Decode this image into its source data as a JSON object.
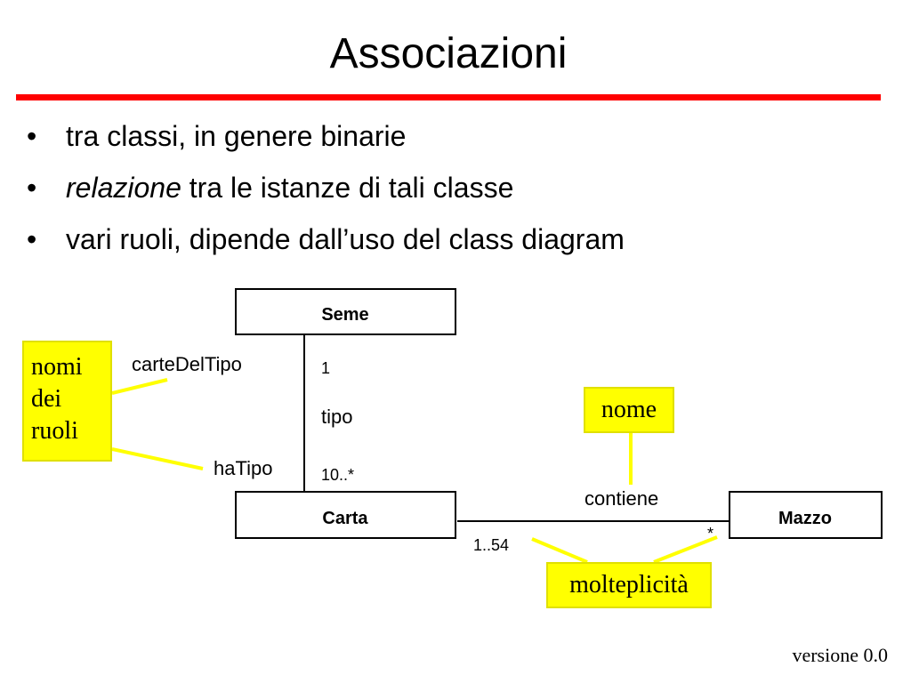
{
  "title": "Associazioni",
  "bullets": [
    {
      "prefix": "",
      "emphasis": "",
      "text": "tra classi, in genere binarie"
    },
    {
      "prefix": "",
      "emphasis": "relazione",
      "text": " tra le istanze di tali classe"
    },
    {
      "prefix": "",
      "emphasis": "",
      "text": "vari ruoli, dipende dall’uso del class diagram"
    }
  ],
  "bullet_glyph": "•",
  "diagram": {
    "classes": {
      "seme": "Seme",
      "carta": "Carta",
      "mazzo": "Mazzo"
    },
    "association_seme_carta": {
      "name": "tipo",
      "role_seme_end": "carteDelTipo",
      "role_carta_end": "haTipo",
      "multiplicity_seme_end": "1",
      "multiplicity_carta_end": "10..*"
    },
    "association_carta_mazzo": {
      "name": "contiene",
      "multiplicity_carta_end": "1..54",
      "multiplicity_mazzo_end": "*"
    },
    "callouts": {
      "role_names": [
        "nomi",
        "dei",
        "ruoli"
      ],
      "name": "nome",
      "multiplicity": "molteplicità"
    },
    "colors": {
      "rule": "#ff0000",
      "callout_fill": "#ffff00",
      "callout_line": "#ffff00"
    }
  },
  "footer": "versione 0.0"
}
